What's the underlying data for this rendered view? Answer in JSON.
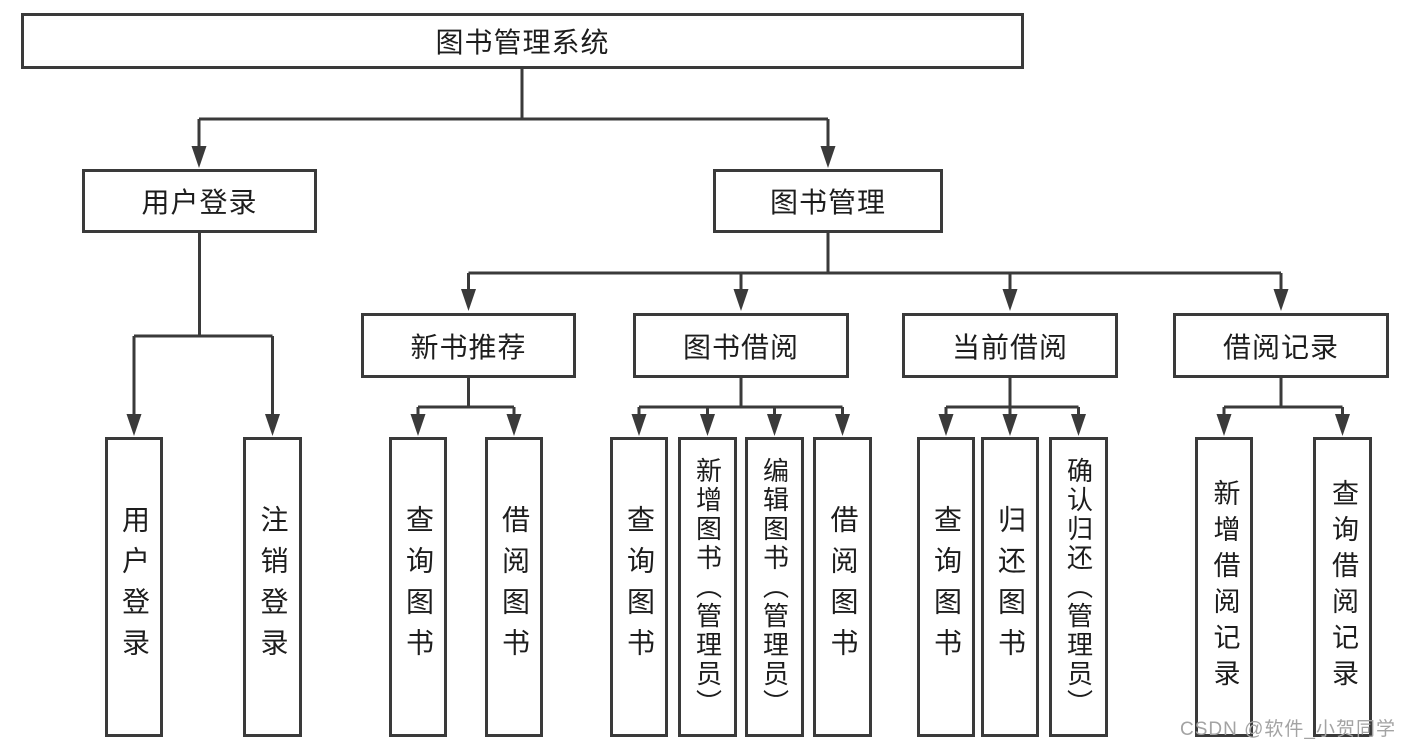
{
  "diagram": {
    "root": {
      "label": "图书管理系统"
    },
    "branches": [
      {
        "label": "用户登录",
        "children": [
          {
            "label": "用户登录"
          },
          {
            "label": "注销登录"
          }
        ]
      },
      {
        "label": "图书管理",
        "children": [
          {
            "label": "新书推荐",
            "children": [
              {
                "label": "查询图书"
              },
              {
                "label": "借阅图书"
              }
            ]
          },
          {
            "label": "图书借阅",
            "children": [
              {
                "label": "查询图书"
              },
              {
                "label": "新增图书（管理员）"
              },
              {
                "label": "编辑图书（管理员）"
              },
              {
                "label": "借阅图书"
              }
            ]
          },
          {
            "label": "当前借阅",
            "children": [
              {
                "label": "查询图书"
              },
              {
                "label": "归还图书"
              },
              {
                "label": "确认归还（管理员）"
              }
            ]
          },
          {
            "label": "借阅记录",
            "children": [
              {
                "label": "新增借阅记录"
              },
              {
                "label": "查询借阅记录"
              }
            ]
          }
        ]
      }
    ]
  },
  "watermark": {
    "text": "CSDN @软件_小贺同学"
  },
  "colors": {
    "line": "#3a3a3a",
    "text": "#1d1d1d",
    "watermark": "#a3a3a3",
    "background": "#ffffff"
  }
}
